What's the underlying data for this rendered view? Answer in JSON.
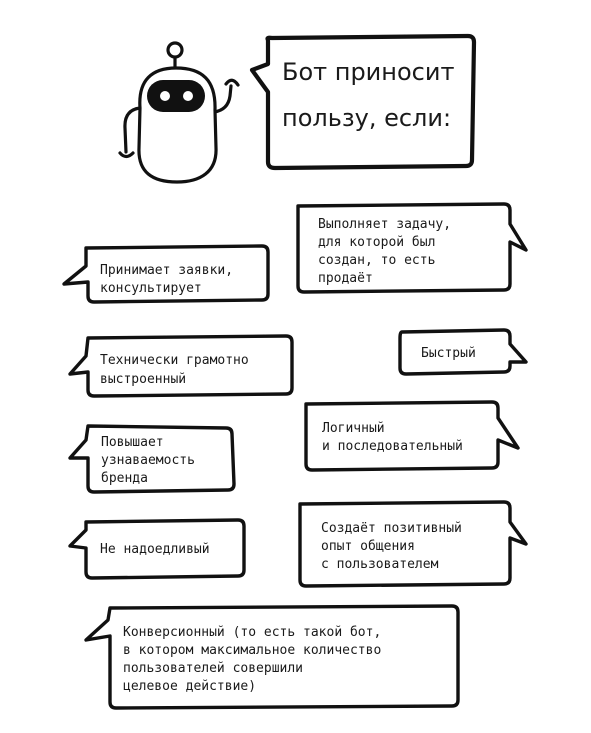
{
  "title_lines": [
    "Бот приносит",
    "пользу, если:"
  ],
  "bubbles": [
    {
      "id": "sells",
      "lines": [
        "Выполняет задачу,",
        "для которой был",
        "создан, то есть",
        "продаёт"
      ]
    },
    {
      "id": "consults",
      "lines": [
        "Принимает заявки,",
        "консультирует"
      ]
    },
    {
      "id": "technical",
      "lines": [
        "Технически грамотно",
        "выстроенный"
      ]
    },
    {
      "id": "fast",
      "lines": [
        "Быстрый"
      ]
    },
    {
      "id": "logical",
      "lines": [
        "Логичный",
        "и последовательный"
      ]
    },
    {
      "id": "brand",
      "lines": [
        "Повышает",
        "узнаваемость",
        "бренда"
      ]
    },
    {
      "id": "positive",
      "lines": [
        "Создаёт позитивный",
        "опыт общения",
        "с пользователем"
      ]
    },
    {
      "id": "not-annoying",
      "lines": [
        "Не надоедливый"
      ]
    },
    {
      "id": "conversion",
      "lines": [
        "Конверсионный (то есть такой бот,",
        "в котором максимальное количество",
        "пользователей совершили",
        "целевое действие)"
      ]
    }
  ]
}
